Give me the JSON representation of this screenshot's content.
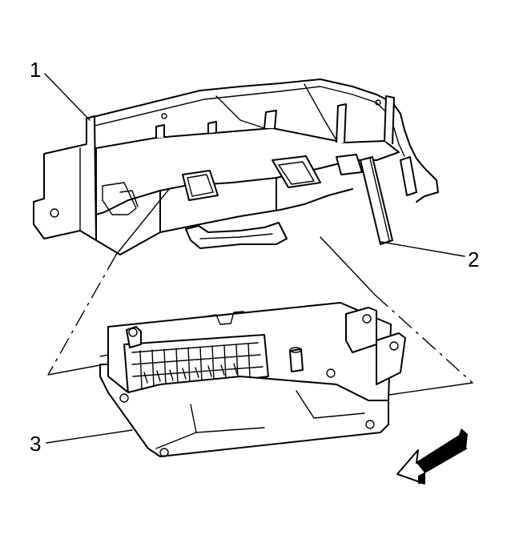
{
  "callouts": [
    {
      "id": "1",
      "label": "1"
    },
    {
      "id": "2",
      "label": "2"
    },
    {
      "id": "3",
      "label": "3"
    }
  ],
  "icons": {
    "direction": "front-direction-arrow-icon"
  }
}
